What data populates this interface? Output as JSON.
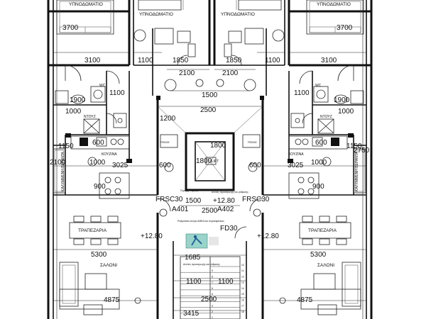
{
  "rooms": {
    "bedroom_label": "ΥΠΝΟΔΩΜΑΤΙΟ",
    "wc_label": "WC",
    "shower_label": "ΝΤΟΥΖ",
    "kitchen_label": "ΚΟΥΖΙΝΑ",
    "veranda_label": "ΚΑΛΥΜΜΕΝΗ ΒΕΡΑΝΤΑ",
    "dining_label": "ΤΡΑΠΕΖΑΡΙΑ",
    "living_label": "ΣΑΛΟΝΙ",
    "lift_label": "LIFT",
    "fridge_label": "FRIDGE"
  },
  "dimensions": {
    "bed_width": "3700",
    "bed_room_width": "3100",
    "d1100": "1100",
    "d1850": "1850",
    "d2100": "2100",
    "d1500": "1500",
    "d2500": "2500",
    "d1900": "1900",
    "d1000": "1000",
    "d1200": "1200",
    "d600": "600",
    "d1800": "1800",
    "d1150": "1150",
    "d3025": "3025",
    "d900": "900",
    "d5300": "5300",
    "d4875": "4875",
    "d1685": "1685",
    "d3415": "3415",
    "d2750": "2750"
  },
  "levels": {
    "elevation": "+12.80"
  },
  "doors": {
    "frsc": "FRSC30",
    "fd": "FD30",
    "a401": "A401",
    "a402": "A402"
  },
  "notes": {
    "note_left": "Περιοχή Φορτίου",
    "note_right": "Αντλίες προσαγωγής και ρύθμισης",
    "note_mid": "Ρυθμιστικό κέντρο ΑΜΕΑ και πυρασφάλειας",
    "note_stair": "Αντλίες προσαγωγής και ρύθμισης"
  },
  "stair_steps": [
    "1",
    "2",
    "3",
    "4",
    "5",
    "6",
    "7",
    "8",
    "9",
    "10",
    "11",
    "12",
    "13",
    "14",
    "15",
    "16",
    "17",
    "18"
  ]
}
